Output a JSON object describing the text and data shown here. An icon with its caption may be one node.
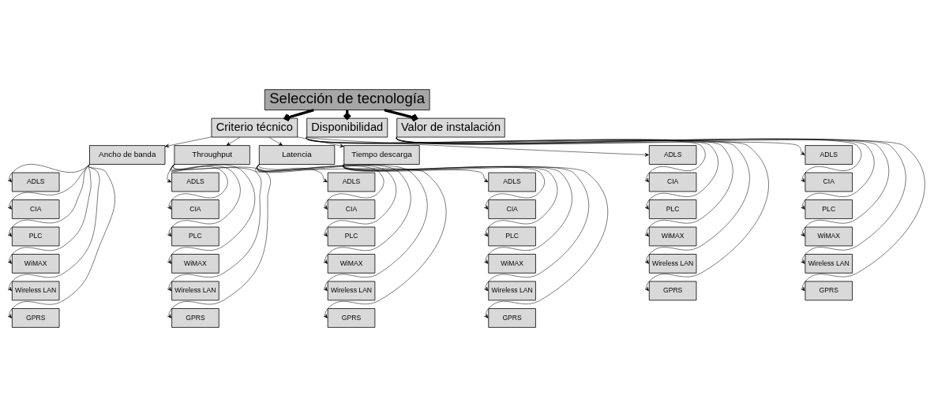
{
  "diagram": {
    "nodes": [
      {
        "text": [
          "Selección de tecnología"
        ]
      },
      {
        "text": [
          "Criterio técnico"
        ]
      },
      {
        "text": [
          "Disponibilidad"
        ]
      },
      {
        "text": [
          "Valor de instalación"
        ]
      },
      {
        "text": [
          "Ancho de banda"
        ]
      },
      {
        "text": [
          "Throughput"
        ]
      },
      {
        "text": [
          "Latencia"
        ]
      },
      {
        "text": [
          "Tiempo descarga"
        ]
      },
      {
        "text": [
          "ADLS"
        ]
      },
      {
        "text": [
          "CIA"
        ]
      },
      {
        "text": [
          "PLC"
        ]
      },
      {
        "text": [
          "WiMAX"
        ]
      },
      {
        "text": [
          "Wireless LAN"
        ]
      },
      {
        "text": [
          "GPRS"
        ]
      },
      {
        "text": [
          "ADLS"
        ]
      },
      {
        "text": [
          "CIA"
        ]
      },
      {
        "text": [
          "PLC"
        ]
      },
      {
        "text": [
          "WiMAX"
        ]
      },
      {
        "text": [
          "Wireless LAN"
        ]
      },
      {
        "text": [
          "GPRS"
        ]
      },
      {
        "text": [
          "ADLS"
        ]
      },
      {
        "text": [
          "CIA"
        ]
      },
      {
        "text": [
          "PLC"
        ]
      },
      {
        "text": [
          "WiMAX"
        ]
      },
      {
        "text": [
          "Wireless LAN"
        ]
      },
      {
        "text": [
          "GPRS"
        ]
      },
      {
        "text": [
          "ADLS"
        ]
      },
      {
        "text": [
          "CIA"
        ]
      },
      {
        "text": [
          "PLC"
        ]
      },
      {
        "text": [
          "WiMAX"
        ]
      },
      {
        "text": [
          "Wireless LAN"
        ]
      },
      {
        "text": [
          "GPRS"
        ]
      },
      {
        "text": [
          "ADLS"
        ]
      },
      {
        "text": [
          "CIA"
        ]
      },
      {
        "text": [
          "PLC"
        ]
      },
      {
        "text": [
          "WiMAX"
        ]
      },
      {
        "text": [
          "Wireless LAN"
        ]
      },
      {
        "text": [
          "GPRS"
        ]
      },
      {
        "text": [
          "ADLS"
        ]
      },
      {
        "text": [
          "CIA"
        ]
      },
      {
        "text": [
          "PLC"
        ]
      },
      {
        "text": [
          "WiMAX"
        ]
      },
      {
        "text": [
          "Wireless LAN"
        ]
      },
      {
        "text": [
          "GPRS"
        ]
      }
    ],
    "edges": [
      {
        "from": 0,
        "to": 1,
        "arrow": "to",
        "style": "thick"
      },
      {
        "from": 0,
        "to": 2,
        "arrow": "to",
        "style": "thick"
      },
      {
        "from": 0,
        "to": 3,
        "arrow": "to",
        "style": "thick"
      },
      {
        "from": 1,
        "to": 4,
        "arrow": "to"
      },
      {
        "from": 1,
        "to": 5,
        "arrow": "to"
      },
      {
        "from": 1,
        "to": 6,
        "arrow": "to"
      },
      {
        "from": 1,
        "to": 7,
        "arrow": "to"
      },
      {
        "from": 4,
        "to": 8,
        "arrow": "to"
      },
      {
        "from": 4,
        "to": 9,
        "arrow": "to"
      },
      {
        "from": 4,
        "to": 10,
        "arrow": "to"
      },
      {
        "from": 4,
        "to": 11,
        "arrow": "to"
      },
      {
        "from": 4,
        "to": 12,
        "arrow": "to"
      },
      {
        "from": 4,
        "to": 13,
        "arrow": "to"
      },
      {
        "from": 5,
        "to": 14,
        "arrow": "to"
      },
      {
        "from": 5,
        "to": 15,
        "arrow": "to"
      },
      {
        "from": 5,
        "to": 16,
        "arrow": "to"
      },
      {
        "from": 5,
        "to": 17,
        "arrow": "to"
      },
      {
        "from": 5,
        "to": 18,
        "arrow": "to"
      },
      {
        "from": 5,
        "to": 19,
        "arrow": "to"
      },
      {
        "from": 6,
        "to": 20,
        "arrow": "to"
      },
      {
        "from": 6,
        "to": 21,
        "arrow": "to"
      },
      {
        "from": 6,
        "to": 22,
        "arrow": "to"
      },
      {
        "from": 6,
        "to": 23,
        "arrow": "to"
      },
      {
        "from": 6,
        "to": 24,
        "arrow": "to"
      },
      {
        "from": 6,
        "to": 25,
        "arrow": "to"
      },
      {
        "from": 7,
        "to": 26,
        "arrow": "to"
      },
      {
        "from": 7,
        "to": 27,
        "arrow": "to"
      },
      {
        "from": 7,
        "to": 28,
        "arrow": "to"
      },
      {
        "from": 7,
        "to": 29,
        "arrow": "to"
      },
      {
        "from": 7,
        "to": 30,
        "arrow": "to"
      },
      {
        "from": 7,
        "to": 31,
        "arrow": "to"
      },
      {
        "from": 2,
        "to": 32,
        "arrow": "to"
      },
      {
        "from": 2,
        "to": 33,
        "arrow": "to"
      },
      {
        "from": 2,
        "to": 34,
        "arrow": "to"
      },
      {
        "from": 2,
        "to": 35,
        "arrow": "to"
      },
      {
        "from": 2,
        "to": 36,
        "arrow": "to"
      },
      {
        "from": 2,
        "to": 37,
        "arrow": "to"
      },
      {
        "from": 3,
        "to": 38,
        "arrow": "to"
      },
      {
        "from": 3,
        "to": 39,
        "arrow": "to"
      },
      {
        "from": 3,
        "to": 40,
        "arrow": "to"
      },
      {
        "from": 3,
        "to": 41,
        "arrow": "to"
      },
      {
        "from": 3,
        "to": 42,
        "arrow": "to"
      },
      {
        "from": 3,
        "to": 43,
        "arrow": "to"
      }
    ]
  }
}
